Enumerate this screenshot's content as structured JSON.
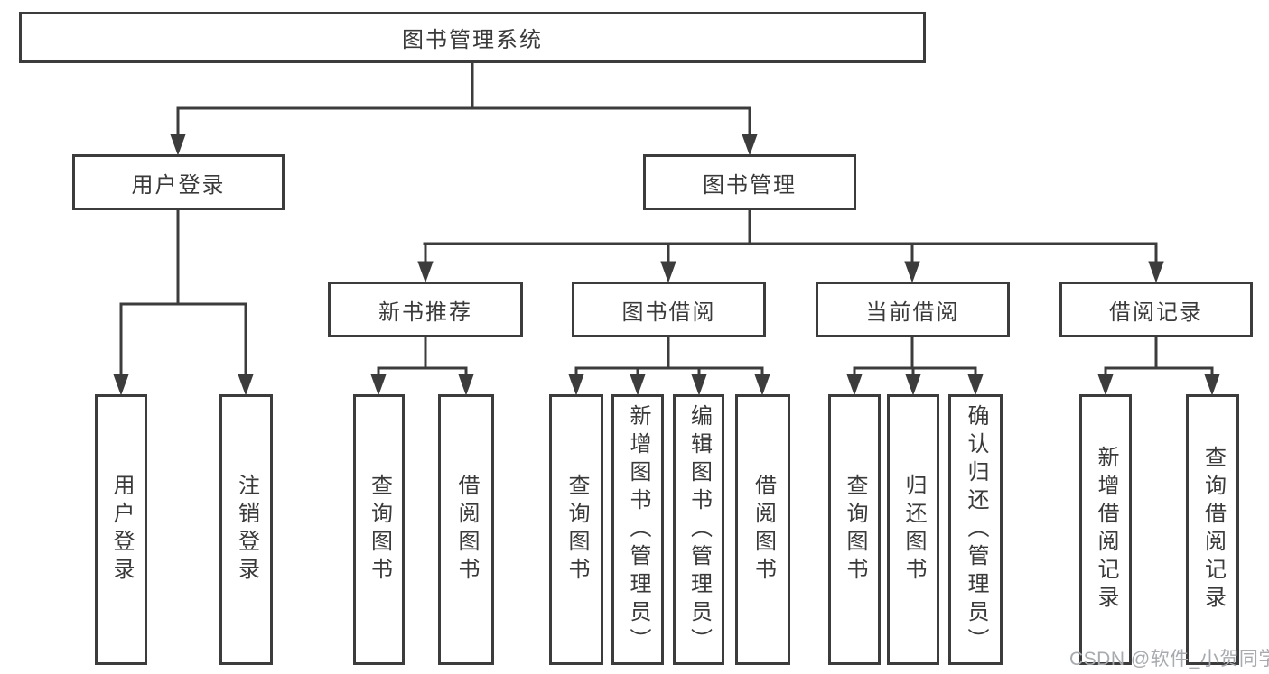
{
  "tree": {
    "root": {
      "label": "图书管理系统"
    },
    "branches": [
      {
        "label": "用户登录",
        "children": [
          {
            "label": "用户登录"
          },
          {
            "label": "注销登录"
          }
        ]
      },
      {
        "label": "图书管理",
        "sections": [
          {
            "label": "新书推荐",
            "children": [
              {
                "label": "查询图书"
              },
              {
                "label": "借阅图书"
              }
            ]
          },
          {
            "label": "图书借阅",
            "children": [
              {
                "label": "查询图书"
              },
              {
                "label": "新增图书（管理员）"
              },
              {
                "label": "编辑图书（管理员）"
              },
              {
                "label": "借阅图书"
              }
            ]
          },
          {
            "label": "当前借阅",
            "children": [
              {
                "label": "查询图书"
              },
              {
                "label": "归还图书"
              },
              {
                "label": "确认归还（管理员）"
              }
            ]
          },
          {
            "label": "借阅记录",
            "children": [
              {
                "label": "新增借阅记录"
              },
              {
                "label": "查询借阅记录"
              }
            ]
          }
        ]
      }
    ]
  },
  "watermark": {
    "text": "CSDN @软件_小贺同学"
  },
  "colors": {
    "line": "#3c3c3c",
    "box_fill": "#ffffff",
    "text": "#3a3a3a",
    "watermark": "#a7aaae",
    "background": "#ffffff"
  }
}
